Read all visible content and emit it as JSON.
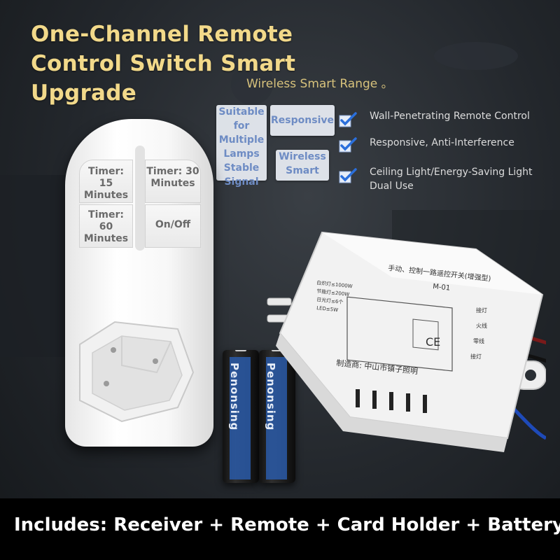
{
  "title": "One-Channel Remote Control Switch Smart Upgrade",
  "subtitle": "Wireless Smart Range 。",
  "badges": {
    "multi_lamp": "Suitable for Multiple Lamps Stable Signal",
    "responsive": "Responsive",
    "wireless": "Wireless Smart"
  },
  "features": [
    {
      "icon": "check-icon",
      "text": "Wall-Penetrating Remote Control"
    },
    {
      "icon": "check-icon",
      "text": "Responsive, Anti-Interference"
    },
    {
      "icon": "check-icon",
      "text": "Ceiling Light/Energy-Saving Light Dual Use"
    }
  ],
  "remote": {
    "buttons": [
      "Timer: 15 Minutes",
      "Timer: 30 Minutes",
      "Timer: 60 Minutes",
      "On/Off"
    ]
  },
  "battery": {
    "brand": "Penonsing"
  },
  "receiver": {
    "title": "手动、控制一路遥控开关(增强型)",
    "model": "M-01",
    "manufacturer": "制造商: 中山市镇子照明",
    "spec_lines": [
      "白炽灯≤1000W",
      "节能灯≤200W",
      "日光灯≤6个",
      "LED≤5W"
    ],
    "labels": [
      "接灯",
      "火线",
      "零线",
      "接灯"
    ]
  },
  "footer": "Includes: Receiver + Remote + Card Holder + Battery",
  "colors": {
    "title": "#f2d98a",
    "badge_text": "#6e8cc4",
    "check": "#2a6fdc"
  }
}
